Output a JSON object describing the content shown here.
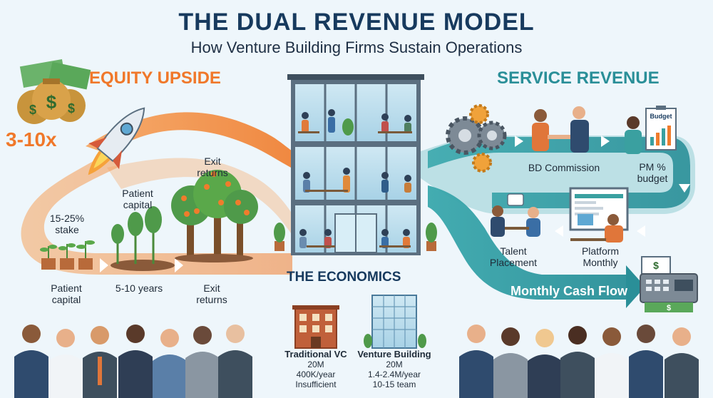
{
  "header": {
    "title": "THE DUAL REVENUE MODEL",
    "subtitle": "How Venture Building Firms Sustain Operations"
  },
  "equity": {
    "heading": "EQUITY UPSIDE",
    "multiple": "3-10x",
    "stake_label": "15-25% stake",
    "patient_capital_upper": "Patient capital",
    "exit_returns_upper": "Exit returns",
    "timeline": {
      "start": "Patient capital",
      "middle": "5-10 years",
      "end": "Exit returns"
    }
  },
  "service": {
    "heading": "SERVICE REVENUE",
    "bd_commission": "BD Commission",
    "pm_budget": "PM % budget",
    "talent_placement": "Talent Placement",
    "platform_monthly": "Platform Monthly",
    "cash_flow": "Monthly Cash Flow",
    "clipboard_label": "Budget"
  },
  "economics": {
    "heading": "THE ECONOMICS",
    "traditional_vc": {
      "name": "Traditional VC",
      "fund": "20M",
      "fees": "400K/year",
      "verdict": "Insufficient"
    },
    "venture_building": {
      "name": "Venture Building",
      "fund": "20M",
      "fees": "1.4-2.4M/year",
      "team": "10-15 team"
    }
  },
  "icons": [
    "money-bags-icon",
    "rocket-icon",
    "gear-icon",
    "handshake-icon",
    "clipboard-chart-icon",
    "cash-register-icon",
    "office-building-icon",
    "brick-building-icon",
    "glass-tower-icon",
    "tree-icon",
    "sapling-icon"
  ],
  "colors": {
    "equity_orange": "#f0782a",
    "service_teal": "#2a8f98",
    "title_navy": "#173a5e",
    "background": "#eef6fb"
  }
}
